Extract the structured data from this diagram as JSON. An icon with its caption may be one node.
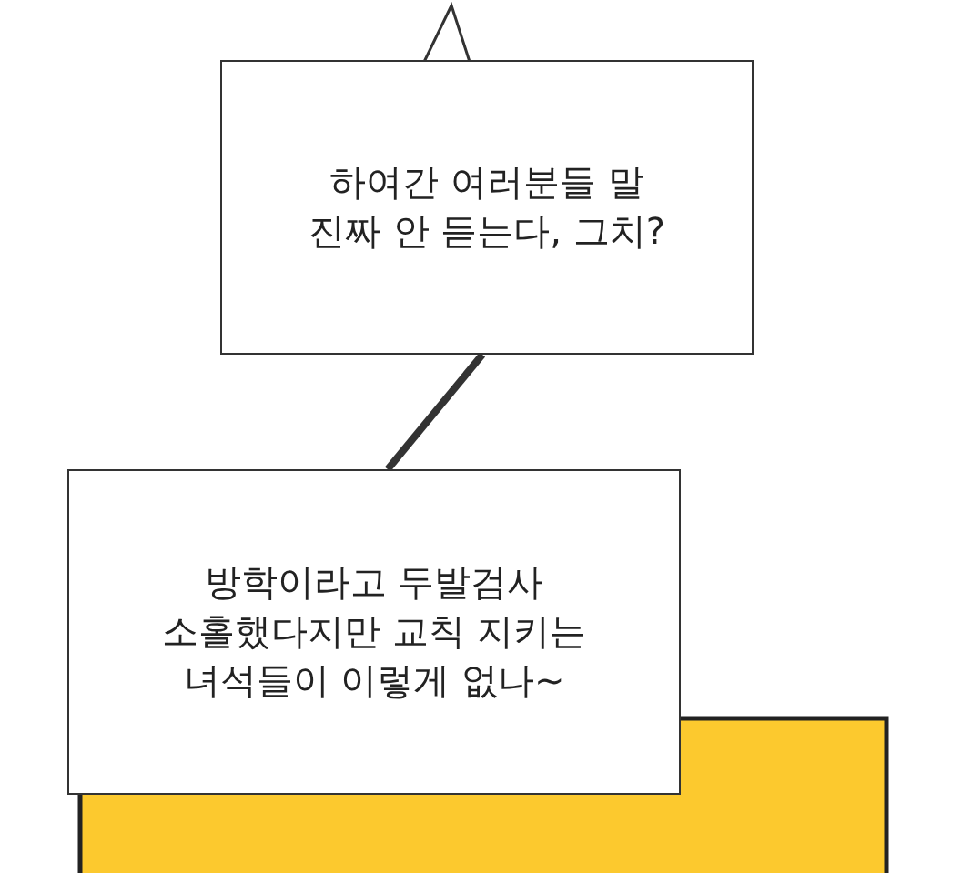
{
  "diagram": {
    "nodes": [
      {
        "text": [
          "하여간 여러분들 말 진짜 안 듣는다, 그치?"
        ]
      },
      {
        "text": [
          "방학이라고 두발검사 소홀했다지만 교칙 지키는 녀석들이 이렇게 없나~"
        ]
      }
    ],
    "edges": [
      {
        "from": 0,
        "to": 1,
        "arrow": "none"
      }
    ]
  }
}
